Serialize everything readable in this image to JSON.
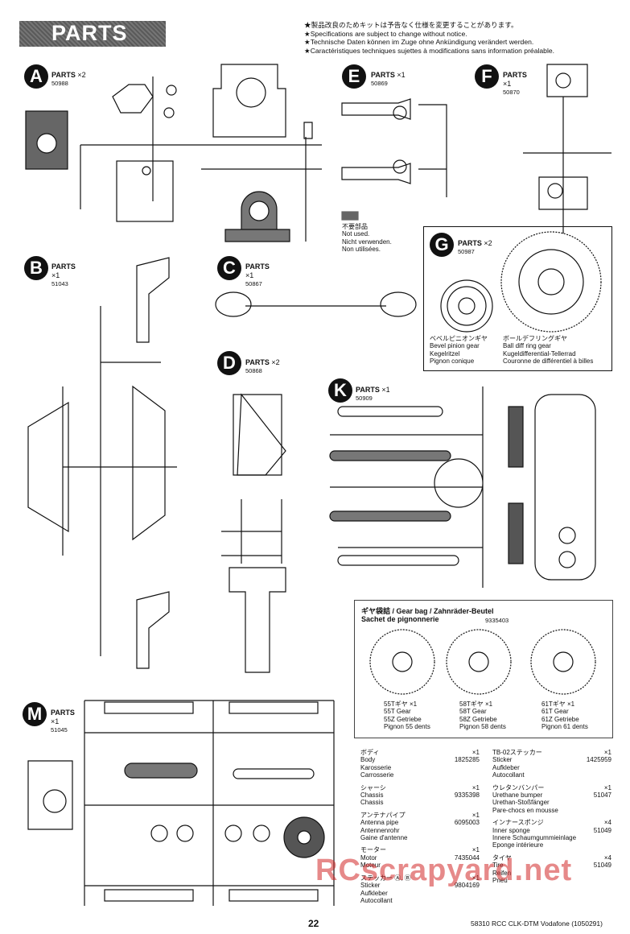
{
  "header": {
    "title": "PARTS"
  },
  "notice": [
    "★製品改良のためキットは予告なく仕様を変更することがあります。",
    "★Specifications are subject to change without notice.",
    "★Technische Daten können im Zuge ohne Ankündigung verändert werden.",
    "★Caractéristiques techniques sujettes à modifications sans information préalable."
  ],
  "not_used": [
    "不要部品",
    "Not used.",
    "Nicht verwenden.",
    "Non utilisées."
  ],
  "sprues": {
    "A": {
      "letter": "A",
      "label": "PARTS",
      "qty": "×2",
      "code": "50988"
    },
    "B": {
      "letter": "B",
      "label": "PARTS",
      "qty": "×1",
      "code": "51043"
    },
    "C": {
      "letter": "C",
      "label": "PARTS",
      "qty": "×1",
      "code": "50867"
    },
    "D": {
      "letter": "D",
      "label": "PARTS",
      "qty": "×2",
      "code": "50868"
    },
    "E": {
      "letter": "E",
      "label": "PARTS",
      "qty": "×1",
      "code": "50869"
    },
    "F": {
      "letter": "F",
      "label": "PARTS",
      "qty": "×1",
      "code": "50870"
    },
    "G": {
      "letter": "G",
      "label": "PARTS",
      "qty": "×2",
      "code": "50987"
    },
    "K": {
      "letter": "K",
      "label": "PARTS",
      "qty": "×1",
      "code": "50909"
    },
    "M": {
      "letter": "M",
      "label": "PARTS",
      "qty": "×1",
      "code": "51045"
    }
  },
  "gear_g": {
    "left": [
      "ベベルピニオンギヤ",
      "Bevel pinion gear",
      "Kegelritzel",
      "Pignon conique"
    ],
    "right": [
      "ボールデフリングギヤ",
      "Ball diff ring gear",
      "Kugeldifferential-Tellerrad",
      "Couronne de différentiel à billes"
    ]
  },
  "gear_bag": {
    "title": "ギヤ袋詰 / Gear bag / Zahnräder-Beutel",
    "subtitle": "Sachet de pignonnerie",
    "code": "9335403",
    "gears": [
      {
        "lines": [
          "55Tギヤ ×1",
          "55T Gear",
          "55Z Getriebe",
          "Pignon 55 dents"
        ]
      },
      {
        "lines": [
          "58Tギヤ ×1",
          "58T Gear",
          "58Z Getriebe",
          "Pignon 58 dents"
        ]
      },
      {
        "lines": [
          "61Tギヤ ×1",
          "61T Gear",
          "61Z Getriebe",
          "Pignon 61 dents"
        ]
      }
    ]
  },
  "parts_list_left": [
    {
      "jp": "ボディ",
      "qty": "×1",
      "lines": [
        "Body",
        "Karosserie",
        "Carrosserie"
      ],
      "code": "1825285"
    },
    {
      "jp": "シャーシ",
      "qty": "×1",
      "lines": [
        "Chassis",
        "Chassis"
      ],
      "code": "9335398"
    },
    {
      "jp": "アンテナパイプ",
      "qty": "×1",
      "lines": [
        "Antenna pipe",
        "Antennenrohr",
        "Gaine d'antenne"
      ],
      "code": "6095003"
    },
    {
      "jp": "モーター",
      "qty": "×1",
      "lines": [
        "Motor",
        "Moteur"
      ],
      "code": "7435044"
    },
    {
      "jp": "ステッカー Ⓐ, Ⓑ",
      "qty": "×1",
      "lines": [
        "Sticker",
        "Aufkleber",
        "Autocollant"
      ],
      "code": "9804169"
    }
  ],
  "parts_list_right": [
    {
      "jp": "TB-02ステッカー",
      "qty": "×1",
      "lines": [
        "Sticker",
        "Aufkleber",
        "Autocollant"
      ],
      "code": "1425959"
    },
    {
      "jp": "ウレタンバンパー",
      "qty": "×1",
      "lines": [
        "Urethane bumper",
        "Urethan-Stoßfänger",
        "Pare-chocs en mousse"
      ],
      "code": "51047"
    },
    {
      "jp": "インナースポンジ",
      "qty": "×4",
      "lines": [
        "Inner sponge",
        "Innere Schaumgummieinlage",
        "Eponge intérieure"
      ],
      "code": "51049"
    },
    {
      "jp": "タイヤ",
      "qty": "×4",
      "lines": [
        "Tire",
        "Reifen",
        "Pneu"
      ],
      "code": "51049"
    }
  ],
  "page_number": "22",
  "footer": "58310 RCC CLK-DTM Vodafone (1050291)",
  "watermark": "RCscrapyard.net"
}
